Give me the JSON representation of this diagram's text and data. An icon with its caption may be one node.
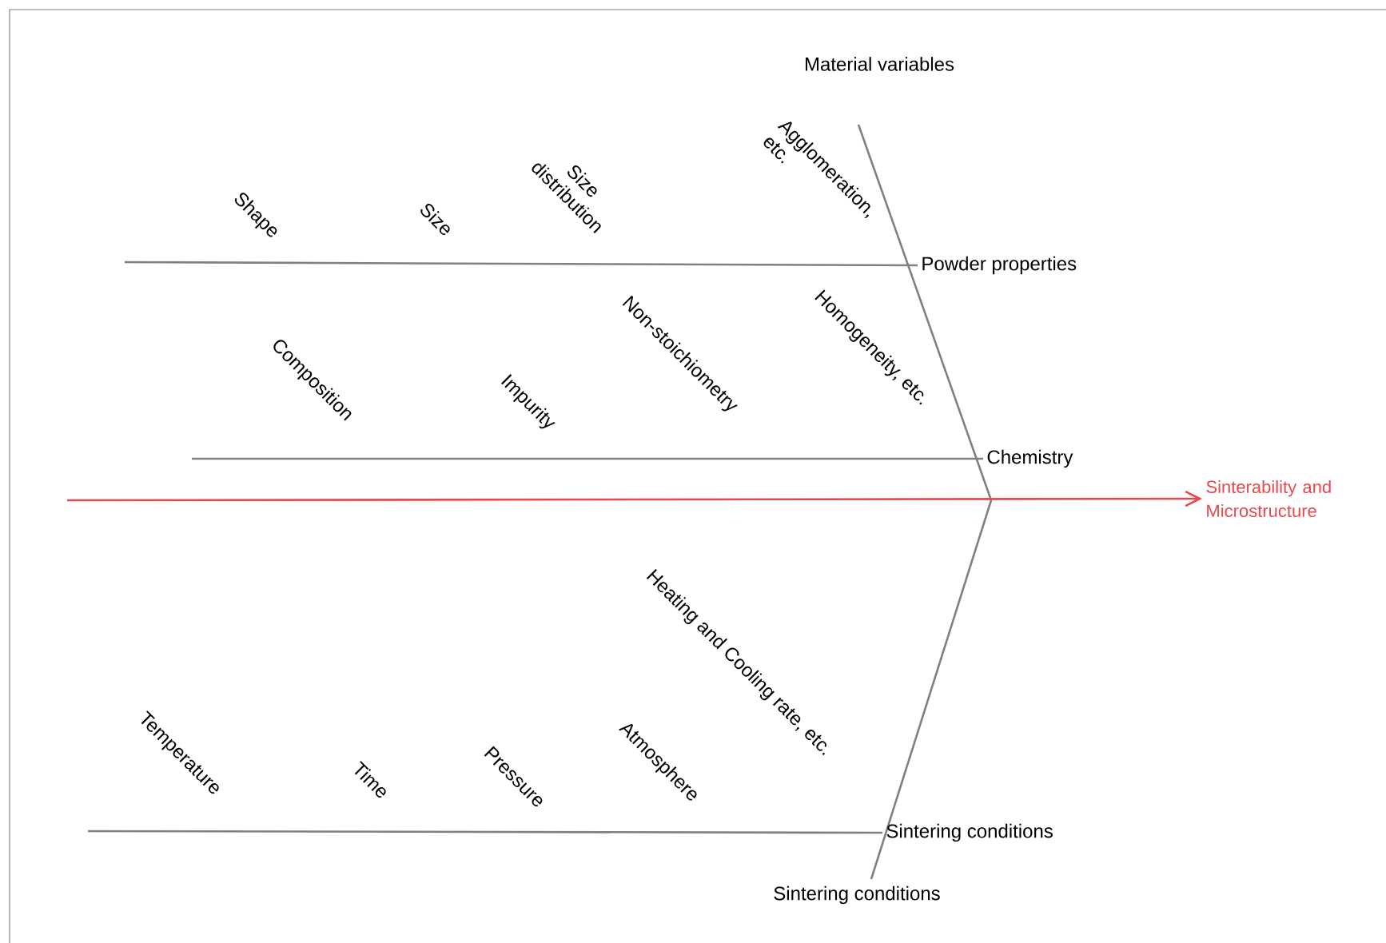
{
  "diagram": {
    "nodes": [
      {
        "text": [
          "Material variables"
        ]
      },
      {
        "text": [
          "Powder properties"
        ]
      },
      {
        "text": [
          "Chemistry"
        ]
      },
      {
        "text": [
          "Sintering conditions"
        ]
      },
      {
        "text": [
          "Sintering conditions"
        ]
      },
      {
        "text": [
          "Sinterability and Microstructure"
        ]
      }
    ],
    "edges": [
      {
        "from": null,
        "to": 1,
        "arrow": "none"
      },
      {
        "from": null,
        "to": 2,
        "arrow": "none"
      },
      {
        "from": null,
        "to": 5,
        "arrow": "to",
        "color": "#e8474b"
      },
      {
        "from": null,
        "to": 3,
        "arrow": "none"
      }
    ],
    "labels": [
      "Shape",
      "Size",
      "Size distribution",
      "Agglomeration, etc.",
      "Composition",
      "Impurity",
      "Non-stoichiometry",
      "Homogeneity, etc.",
      "Heating and Cooling rate, etc.",
      "Temperature",
      "Time",
      "Pressure",
      "Atmosphere"
    ]
  }
}
